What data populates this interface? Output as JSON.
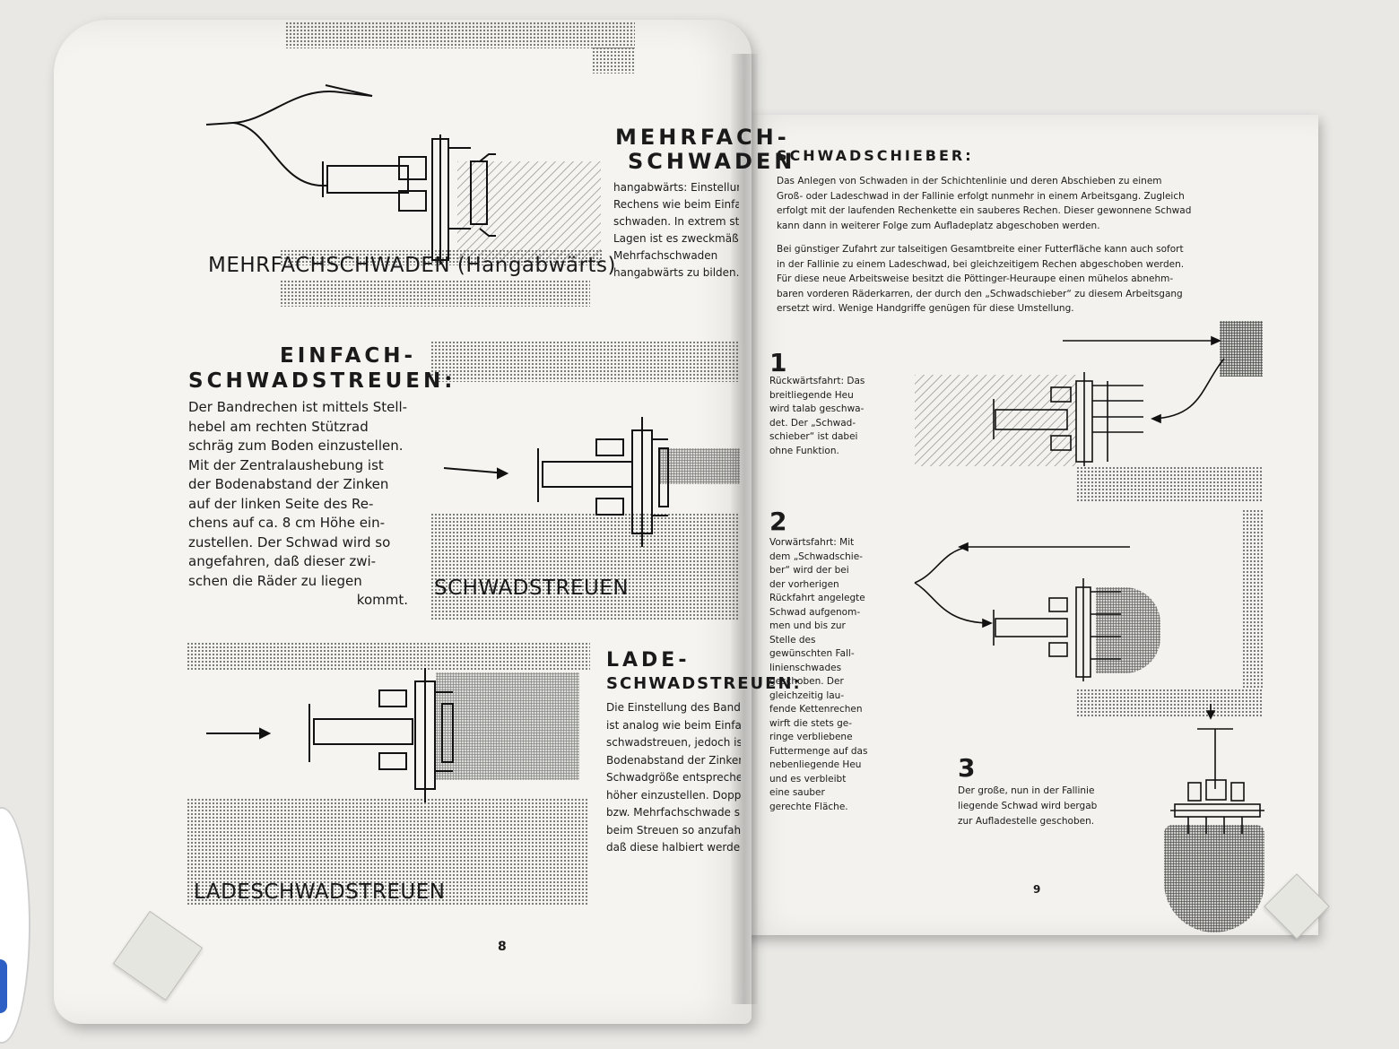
{
  "left_page": {
    "mehrfach": {
      "heading": [
        "MEHRFACH-",
        "SCHWADEN"
      ],
      "text": [
        "hangabwärts: Einstellung des",
        "Rechens wie beim Einfach-",
        "schwaden. In extrem steilen",
        "Lagen ist es zweckmäßig",
        "Mehrfachschwaden",
        "hangabwärts zu bilden."
      ],
      "caption": "MEHRFACHSCHWADEN (Hangabwärts)"
    },
    "einfach": {
      "heading": [
        "EINFACH-",
        "SCHWADSTREUEN:"
      ],
      "text": [
        "Der Bandrechen ist mittels Stell-",
        "hebel am rechten Stützrad",
        "schräg zum Boden einzustellen.",
        "Mit der Zentralaushebung ist",
        "der Bodenabstand der Zinken",
        "auf der linken Seite des Re-",
        "chens auf ca. 8 cm Höhe ein-",
        "zustellen. Der Schwad wird so",
        "angefahren, daß dieser zwi-",
        "schen die Räder zu liegen",
        "kommt."
      ],
      "caption": "SCHWADSTREUEN"
    },
    "lade": {
      "heading": [
        "LADE-",
        "SCHWADSTREUEN:"
      ],
      "text": [
        "Die Einstellung des Bandrechens",
        "ist analog wie beim Einfach-",
        "schwadstreuen, jedoch ist der",
        "Bodenabstand der Zinken der",
        "Schwadgröße entsprechend",
        "höher einzustellen. Doppel-",
        "bzw. Mehrfachschwade sind",
        "beim Streuen so anzufahren,",
        "daß diese halbiert werden."
      ],
      "caption": "LADESCHWADSTREUEN"
    },
    "page_number": "8"
  },
  "right_page": {
    "heading": "SCHWADSCHIEBER:",
    "para1": [
      "Das Anlegen von Schwaden in der Schichtenlinie und deren Abschieben zu einem",
      "Groß- oder Ladeschwad in der Fallinie erfolgt nunmehr in einem Arbeitsgang. Zugleich",
      "erfolgt mit der laufenden Rechenkette ein sauberes Rechen. Dieser gewonnene Schwad",
      "kann dann in weiterer Folge zum Aufladeplatz abgeschoben werden."
    ],
    "para2": [
      "Bei günstiger Zufahrt zur talseitigen Gesamtbreite einer Futterfläche kann auch sofort",
      "in der Fallinie zu einem Ladeschwad, bei gleichzeitigem Rechen abgeschoben werden.",
      "Für diese neue Arbeitsweise besitzt die Pöttinger-Heuraupe einen mühelos abnehm-",
      "baren vorderen Räderkarren, der durch den „Schwadschieber“ zu diesem Arbeitsgang",
      "ersetzt wird. Wenige Handgriffe genügen für diese Umstellung."
    ],
    "step1": {
      "number": "1",
      "text": [
        "Rückwärtsfahrt: Das",
        "breitliegende Heu",
        "wird talab geschwa-",
        "det. Der „Schwad-",
        "schieber“ ist dabei",
        "ohne Funktion."
      ]
    },
    "step2": {
      "number": "2",
      "text": [
        "Vorwärtsfahrt: Mit",
        "dem „Schwadschie-",
        "ber“ wird der bei",
        "der vorherigen",
        "Rückfahrt angelegte",
        "Schwad aufgenom-",
        "men und bis zur",
        "Stelle des",
        "gewünschten Fall-",
        "linienschwades",
        "geschoben. Der",
        "gleichzeitig lau-",
        "fende Kettenrechen",
        "wirft die stets ge-",
        "ringe verbliebene",
        "Futtermenge auf das",
        "nebenliegende Heu",
        "und es verbleibt",
        "eine sauber",
        "gerechte Fläche."
      ]
    },
    "step3": {
      "number": "3",
      "text": [
        "Der große, nun in der Fallinie",
        "liegende Schwad wird bergab",
        "zur Aufladestelle geschoben."
      ]
    },
    "page_number": "9"
  }
}
